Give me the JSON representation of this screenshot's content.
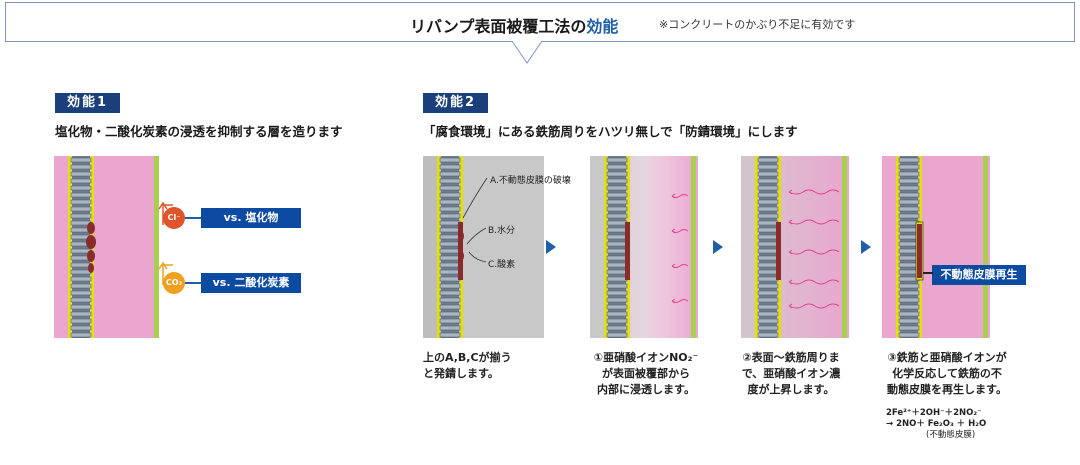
{
  "title": {
    "main_prefix": "リバンプ表面被覆工法の",
    "main_highlight": "効能",
    "sub": "※コンクリートのかぶり不足に有効です"
  },
  "effect1": {
    "tag": "効能1",
    "heading": "塩化物・二酸化炭素の浸透を抑制する層を造ります",
    "ions": [
      {
        "symbol": "Cl⁻",
        "label": "vs. 塩化物",
        "color": "#e0542a"
      },
      {
        "symbol": "CO₂",
        "label": "vs. 二酸化炭素",
        "color": "#f0a020"
      }
    ]
  },
  "effect2": {
    "tag": "効能2",
    "heading": "「腐食環境」にある鉄筋周りをハツリ無しで「防錆環境」にします",
    "panel1_labels": [
      "A.不動態皮膜の破壊",
      "B.水分",
      "C.酸素"
    ],
    "panel4_badge": "不動態皮膜再生",
    "captions": [
      [
        "上のA,B,Cが揃う",
        "と発錆します。"
      ],
      [
        "①亜硝酸イオンNO₂⁻",
        "が表面被覆部から",
        "内部に浸透します。"
      ],
      [
        "②表面～鉄筋周りま",
        "で、亜硝酸イオン濃",
        "度が上昇します。"
      ],
      [
        "③鉄筋と亜硝酸イオンが",
        "化学反応して鉄筋の不",
        "動態皮膜を再生します。"
      ]
    ],
    "equation": [
      "2Fe²⁺＋2OH⁻＋2NO₂⁻",
      "→ 2NO＋ Fe₂O₃ ＋ H₂O",
      "(不動態皮膜)"
    ]
  },
  "colors": {
    "navy": "#1a3f7a",
    "blue": "#0d4aa1",
    "concrete_gray": "#c8c8c8",
    "pink_layer": "#eaa6cf",
    "rust": "#8a2a2a",
    "rebar": "#6e7e8e",
    "yellow_film": "#e4e000",
    "green_coat": "#a8d050"
  }
}
